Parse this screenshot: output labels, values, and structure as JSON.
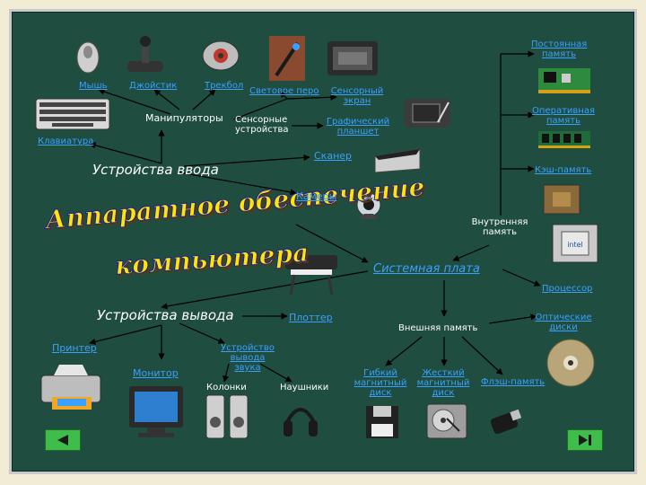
{
  "title": {
    "line1": "Аппаратное обеспечение",
    "line2": "компьютера"
  },
  "nodes": {
    "mouse": "Мышь",
    "joystick": "Джойстик",
    "trackball": "Трекбол",
    "light_pen": "Световое перо",
    "touch_screen": "Сенсорный экран",
    "manipulators": "Манипуляторы",
    "touch_devices": "Сенсорные устройства",
    "keyboard": "Клавиатура",
    "graphic_tablet": "Графический планшет",
    "scanner": "Сканер",
    "input_devices": "Устройства ввода",
    "cameras": "Камеры",
    "permanent_memory": "Постоянная память",
    "ram": "Оперативная память",
    "cache": "Кэш-память",
    "internal_memory": "Внутренняя память",
    "motherboard": "Системная плата",
    "processor": "Процессор",
    "output_devices": "Устройства вывода",
    "plotter": "Плоттер",
    "external_memory": "Внешняя память",
    "optical_disks": "Оптические диски",
    "printer": "Принтер",
    "sound_output": "Устройство вывода звука",
    "monitor": "Монитор",
    "speakers": "Колонки",
    "headphones": "Наушники",
    "floppy": "Гибкий магнитный диск",
    "hard_disk": "Жесткий магнитный диск",
    "flash": "Флэш-память"
  },
  "nav": {
    "prev_icon": "triangle-left-icon",
    "next_icon": "skip-end-icon"
  },
  "colors": {
    "board": "#1f4d3f",
    "link": "#3aa0ff",
    "title_fill": "#ffe600",
    "nav_button": "#3ebd4b"
  }
}
